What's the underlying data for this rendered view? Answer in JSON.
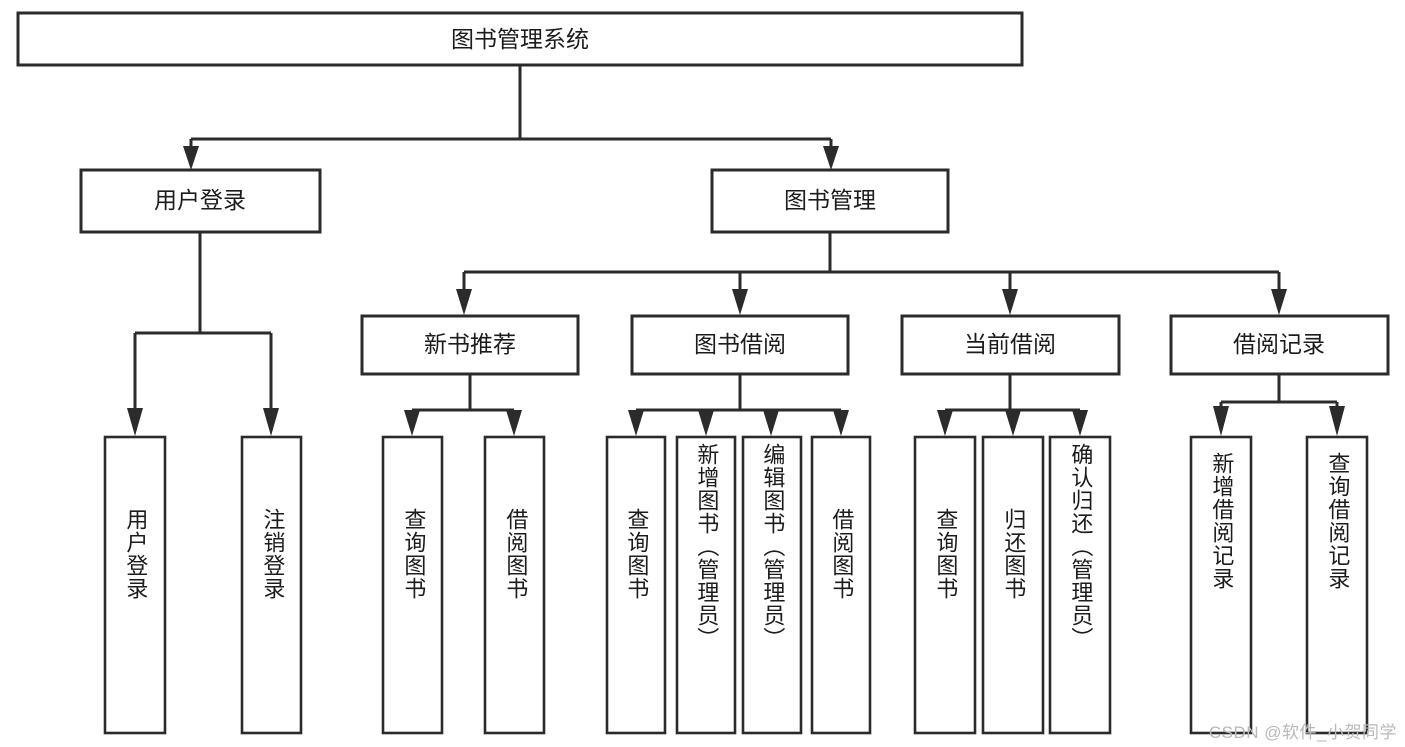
{
  "diagram": {
    "type": "tree-hierarchy",
    "title": "图书管理系统",
    "root": {
      "label": "图书管理系统"
    },
    "level2": [
      {
        "label": "用户登录"
      },
      {
        "label": "图书管理"
      }
    ],
    "level3": [
      {
        "label": "新书推荐"
      },
      {
        "label": "图书借阅"
      },
      {
        "label": "当前借阅"
      },
      {
        "label": "借阅记录"
      }
    ],
    "leaves": {
      "user_login": [
        {
          "label": "用户登录"
        },
        {
          "label": "注销登录"
        }
      ],
      "new_book_recommend": [
        {
          "label": "查询图书"
        },
        {
          "label": "借阅图书"
        }
      ],
      "book_borrow": [
        {
          "label": "查询图书"
        },
        {
          "label": "新增图书（管理员）"
        },
        {
          "label": "编辑图书（管理员）"
        },
        {
          "label": "借阅图书"
        }
      ],
      "current_borrow": [
        {
          "label": "查询图书"
        },
        {
          "label": "归还图书"
        },
        {
          "label": "确认归还（管理员）"
        }
      ],
      "borrow_record": [
        {
          "label": "新增借阅记录"
        },
        {
          "label": "查询借阅记录"
        }
      ]
    },
    "watermark": "CSDN @软件_小贺同学",
    "colors": {
      "background": "#ffffff",
      "box_fill": "#ffffff",
      "box_stroke": "#2b2b2b",
      "text": "#1c1c1c",
      "watermark": "#b9b9b9"
    }
  }
}
